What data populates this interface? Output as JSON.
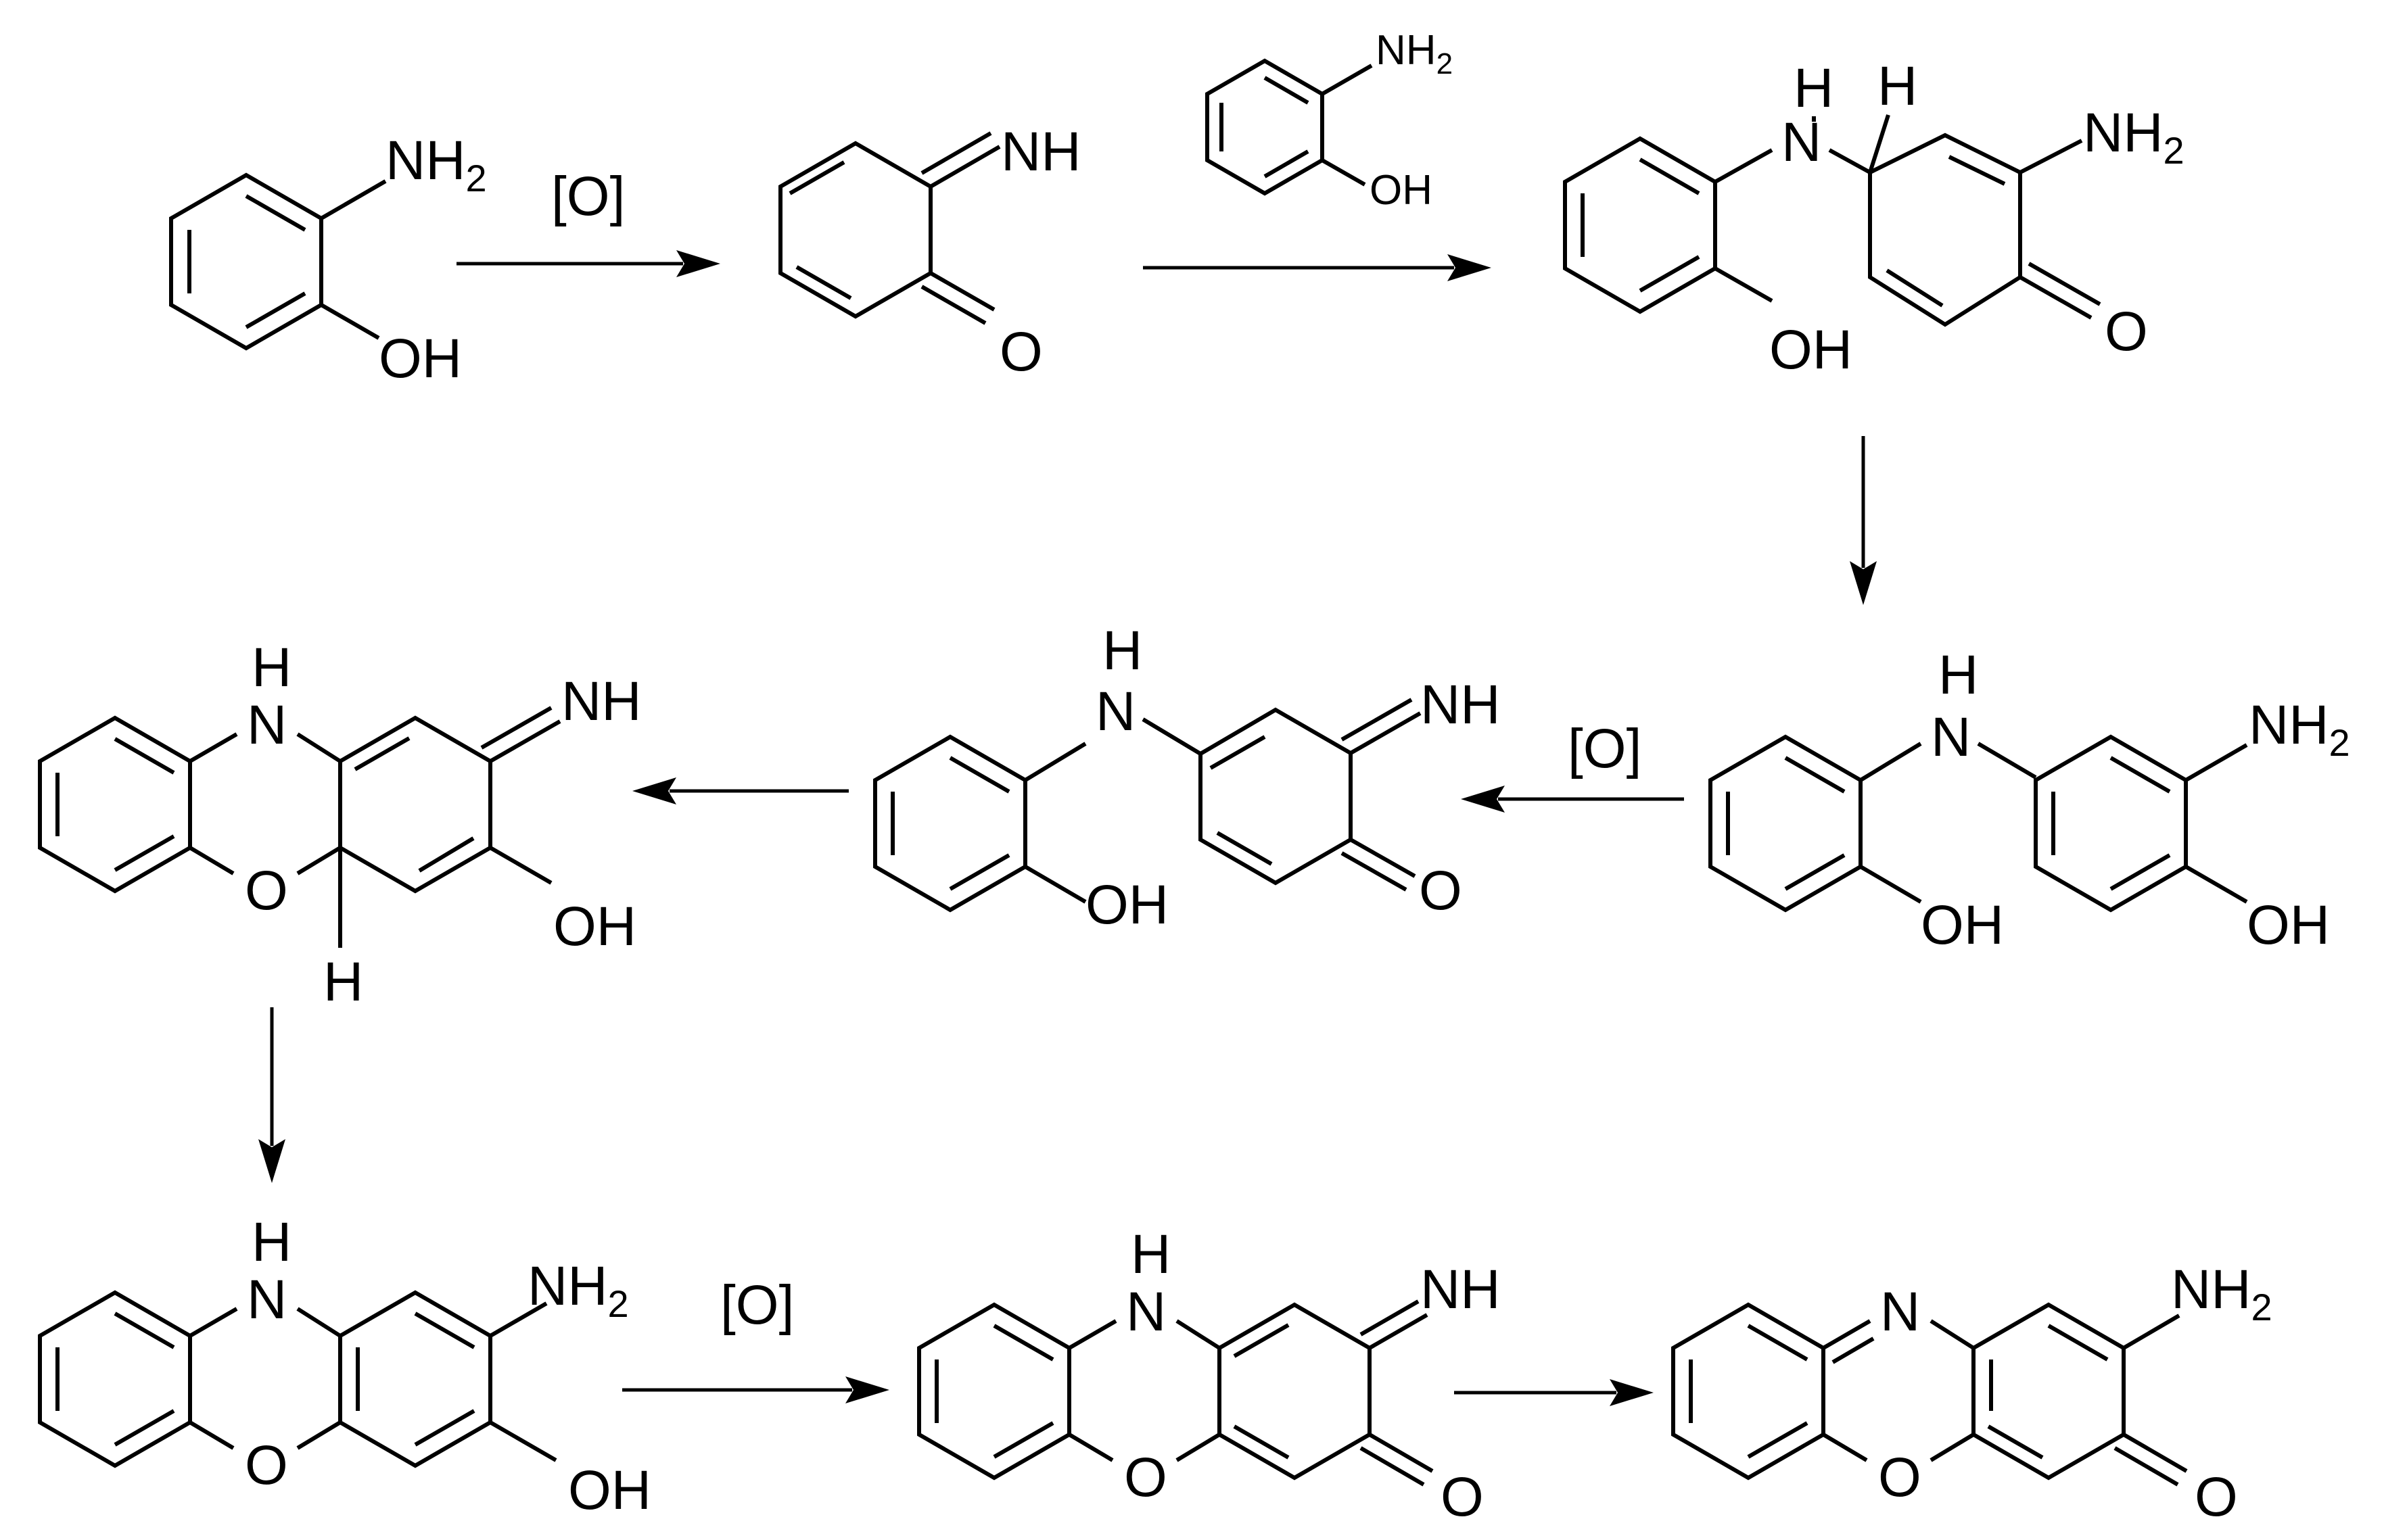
{
  "diagram": {
    "oxidation_label": "[O]",
    "atoms": {
      "nh2": "NH",
      "nh2_sub": "2",
      "oh": "OH",
      "nh": "NH",
      "n": "N",
      "h": "H",
      "o": "O"
    },
    "compounds": [
      {
        "id": "c1"
      },
      {
        "id": "c2"
      },
      {
        "id": "reagent"
      },
      {
        "id": "c3"
      },
      {
        "id": "c4"
      },
      {
        "id": "c5"
      },
      {
        "id": "c6"
      },
      {
        "id": "c7"
      },
      {
        "id": "c8"
      },
      {
        "id": "c9"
      }
    ]
  }
}
